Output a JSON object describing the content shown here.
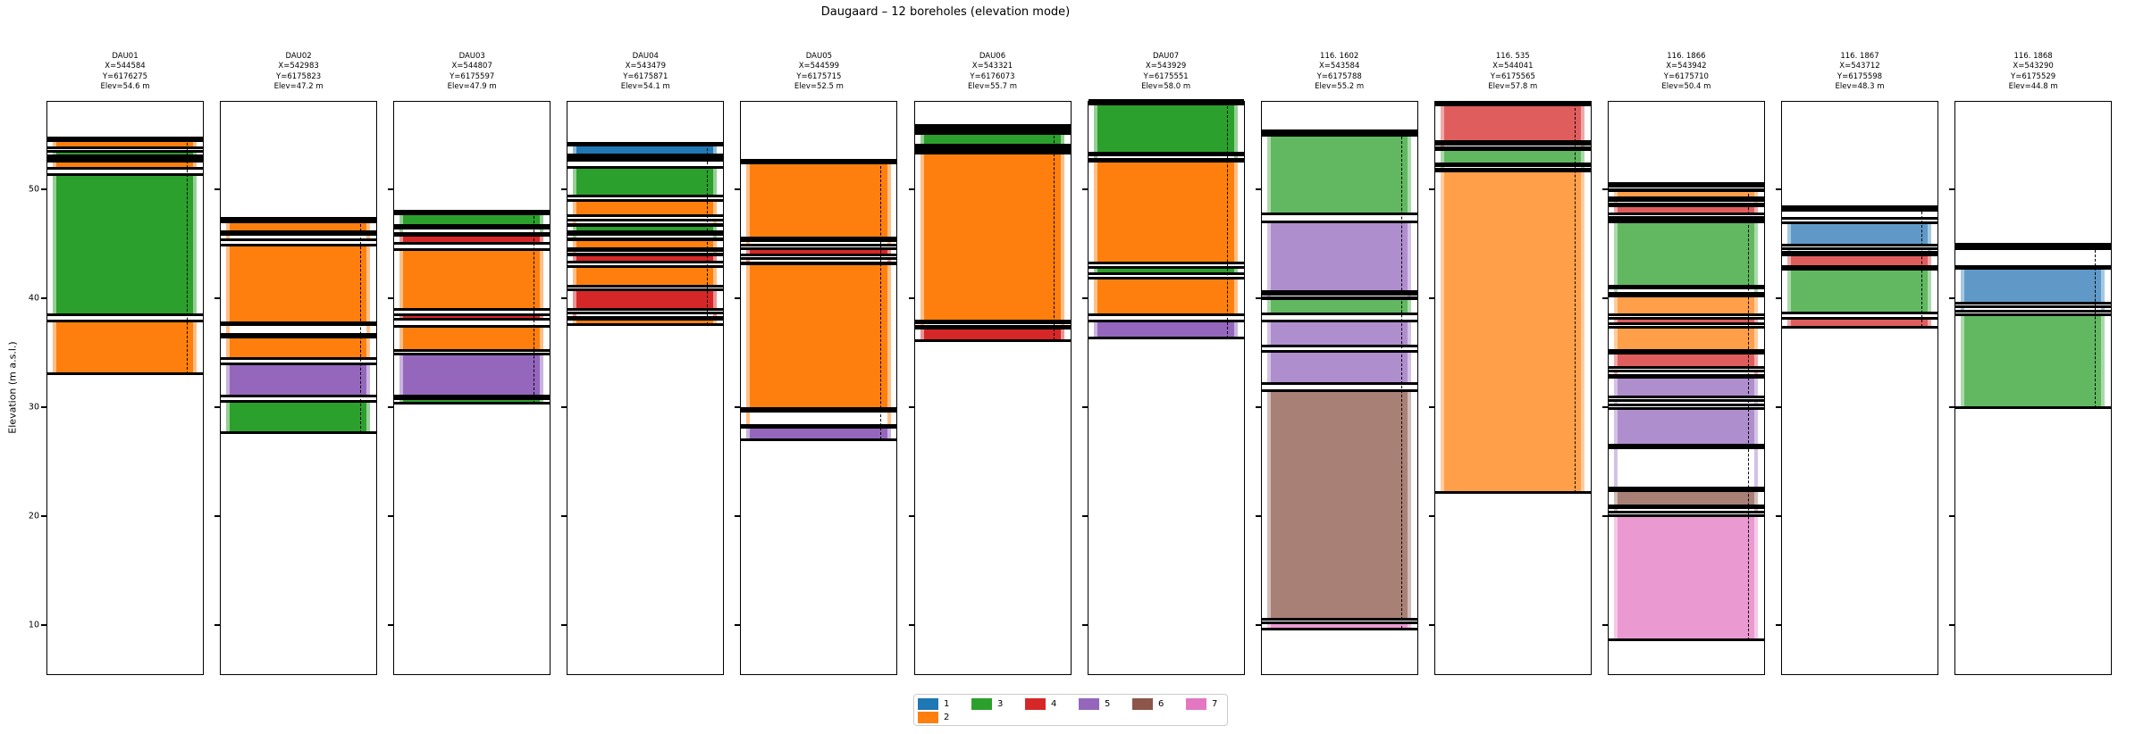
{
  "title": "Daugaard – 12 boreholes (elevation mode)",
  "axis": {
    "ylabel": "Elevation (m a.s.l.)",
    "yticks": [
      "10",
      "20",
      "30",
      "40",
      "50"
    ],
    "ymin": 5.4,
    "ymax": 58.1
  },
  "legend": {
    "entries": [
      {
        "label": "1",
        "color": "#1f77b4",
        "row": 0,
        "col": 0
      },
      {
        "label": "2",
        "color": "#ff7f0e",
        "row": 1,
        "col": 0
      },
      {
        "label": "3",
        "color": "#2ca02c",
        "row": 0,
        "col": 1
      },
      {
        "label": "4",
        "color": "#d62728",
        "row": 0,
        "col": 2
      },
      {
        "label": "5",
        "color": "#9467bd",
        "row": 0,
        "col": 3
      },
      {
        "label": "6",
        "color": "#8c564b",
        "row": 0,
        "col": 4
      },
      {
        "label": "7",
        "color": "#e377c2",
        "row": 0,
        "col": 5
      }
    ]
  },
  "palette": {
    "1": {
      "main": "#1f77b4",
      "light": "#8fbbd9",
      "muted": "#6099c7",
      "mutedLight": "#a5c9e1"
    },
    "2": {
      "main": "#ff7f0e",
      "light": "#ffbf86",
      "muted": "#ff9f4a",
      "mutedLight": "#ffcc9f"
    },
    "3": {
      "main": "#2ca02c",
      "light": "#95cf95",
      "muted": "#61b861",
      "mutedLight": "#abd9ab"
    },
    "4": {
      "main": "#d62728",
      "light": "#ea9393",
      "muted": "#e05d5e",
      "mutedLight": "#efa9a9"
    },
    "5": {
      "main": "#9467bd",
      "light": "#c9b3de",
      "muted": "#af8ece",
      "mutedLight": "#d4c2e5"
    },
    "6": {
      "main": "#8c564b",
      "light": "#c5aaa5",
      "muted": "#a98076",
      "mutedLight": "#d1bcb7"
    },
    "7": {
      "main": "#e377c2",
      "light": "#f1bbe0",
      "muted": "#ea99d1",
      "mutedLight": "#f4c8e7"
    }
  },
  "chart_data": {
    "type": "bar",
    "subtype": "borehole-lithology-log",
    "title": "Daugaard – 12 boreholes (elevation mode)",
    "ylabel": "Elevation (m a.s.l.)",
    "ylim": [
      5.4,
      58.1
    ],
    "yticks": [
      10,
      20,
      30,
      40,
      50
    ],
    "legend_units": [
      "1",
      "2",
      "3",
      "4",
      "5",
      "6",
      "7"
    ],
    "layer_format": "[unit ('w'=gap/no-data), top_elevation_m, bottom_elevation_m]",
    "boreholes": [
      {
        "name": "DAU01",
        "x_label": "X=544584",
        "y_label": "Y=6176275",
        "elev_label": "Elev=54.6 m",
        "elev": 54.6,
        "muted": false,
        "layers": [
          [
            "2",
            54.4,
            53.8
          ],
          [
            "3",
            53.4,
            53.0
          ],
          [
            "w",
            52.8,
            52.6
          ],
          [
            "2",
            52.5,
            51.9
          ],
          [
            "3",
            51.3,
            38.4
          ],
          [
            "2",
            37.9,
            33.0
          ]
        ]
      },
      {
        "name": "DAU02",
        "x_label": "X=542983",
        "y_label": "Y=6175823",
        "elev_label": "Elev=47.2 m",
        "elev": 47.2,
        "muted": false,
        "layers": [
          [
            "2",
            47.0,
            46.1
          ],
          [
            "w",
            45.8,
            45.3
          ],
          [
            "2",
            44.8,
            37.7
          ],
          [
            "w",
            37.5,
            36.6
          ],
          [
            "2",
            36.4,
            34.4
          ],
          [
            "5",
            33.9,
            31.0
          ],
          [
            "3",
            30.5,
            27.6
          ]
        ]
      },
      {
        "name": "DAU03",
        "x_label": "X=544807",
        "y_label": "Y=6175597",
        "elev_label": "Elev=47.9 m",
        "elev": 47.9,
        "muted": false,
        "layers": [
          [
            "3",
            47.7,
            46.6
          ],
          [
            "w",
            46.4,
            45.9
          ],
          [
            "4",
            45.7,
            45.0
          ],
          [
            "2",
            44.4,
            38.9
          ],
          [
            "4",
            38.4,
            38.0
          ],
          [
            "2",
            37.4,
            35.2
          ],
          [
            "5",
            34.8,
            31.0
          ],
          [
            "3",
            30.7,
            30.3
          ]
        ]
      },
      {
        "name": "DAU04",
        "x_label": "X=543479",
        "y_label": "Y=6175871",
        "elev_label": "Elev=54.1 m",
        "elev": 54.1,
        "muted": false,
        "layers": [
          [
            "1",
            54.0,
            53.1
          ],
          [
            "w",
            52.9,
            52.6
          ],
          [
            "3",
            52.0,
            49.3
          ],
          [
            "2",
            48.9,
            47.5
          ],
          [
            "w",
            47.1,
            46.7
          ],
          [
            "3",
            46.6,
            46.1
          ],
          [
            "w",
            45.8,
            45.4
          ],
          [
            "2",
            45.3,
            44.5
          ],
          [
            "w",
            44.3,
            44.0
          ],
          [
            "4",
            43.9,
            43.3
          ],
          [
            "2",
            42.9,
            41.1
          ],
          [
            "4",
            40.7,
            38.9
          ],
          [
            "w",
            38.6,
            38.2
          ],
          [
            "2",
            38.0,
            37.5
          ]
        ]
      },
      {
        "name": "DAU05",
        "x_label": "X=544599",
        "y_label": "Y=6175715",
        "elev_label": "Elev=52.5 m",
        "elev": 52.5,
        "muted": false,
        "layers": [
          [
            "2",
            52.4,
            45.5
          ],
          [
            "w",
            45.2,
            44.8
          ],
          [
            "4",
            44.5,
            43.9
          ],
          [
            "w",
            43.6,
            43.2
          ],
          [
            "2",
            43.1,
            29.8
          ],
          [
            "w",
            29.6,
            28.3
          ],
          [
            "5",
            28.1,
            27.0
          ]
        ]
      },
      {
        "name": "DAU06",
        "x_label": "X=543321",
        "y_label": "Y=6176073",
        "elev_label": "Elev=55.7 m",
        "elev": 55.7,
        "muted": false,
        "layers": [
          [
            "w",
            55.5,
            55.3
          ],
          [
            "3",
            55.1,
            54.0
          ],
          [
            "w",
            53.8,
            53.5
          ],
          [
            "2",
            53.3,
            37.9
          ],
          [
            "w",
            37.7,
            37.4
          ],
          [
            "4",
            37.2,
            36.1
          ]
        ]
      },
      {
        "name": "DAU07",
        "x_label": "X=543929",
        "y_label": "Y=6175551",
        "elev_label": "Elev=58.0 m",
        "elev": 58.0,
        "muted": false,
        "layers": [
          [
            "3",
            57.8,
            53.3
          ],
          [
            "w",
            53.1,
            52.7
          ],
          [
            "2",
            52.5,
            43.2
          ],
          [
            "3",
            42.8,
            42.2
          ],
          [
            "2",
            41.8,
            38.4
          ],
          [
            "5",
            37.9,
            36.3
          ]
        ]
      },
      {
        "name": "116. 1602",
        "x_label": "X=543584",
        "y_label": "Y=6175788",
        "elev_label": "Elev=55.2 m",
        "elev": 55.2,
        "muted": true,
        "layers": [
          [
            "3",
            54.9,
            47.7
          ],
          [
            "5",
            47.0,
            40.6
          ],
          [
            "w",
            40.3,
            40.0
          ],
          [
            "3",
            39.9,
            38.5
          ],
          [
            "5",
            37.9,
            35.6
          ],
          [
            "5",
            35.1,
            32.1
          ],
          [
            "6",
            31.5,
            10.5
          ],
          [
            "7",
            10.2,
            9.6
          ]
        ]
      },
      {
        "name": "116. 535",
        "x_label": "X=544041",
        "y_label": "Y=6175565",
        "elev_label": "Elev=57.8 m",
        "elev": 57.8,
        "muted": true,
        "layers": [
          [
            "4",
            57.7,
            54.3
          ],
          [
            "w",
            54.1,
            53.8
          ],
          [
            "3",
            53.6,
            52.3
          ],
          [
            "w",
            52.1,
            51.8
          ],
          [
            "2",
            51.6,
            22.1
          ]
        ]
      },
      {
        "name": "116. 1866",
        "x_label": "X=543942",
        "y_label": "Y=6175710",
        "elev_label": "Elev=50.4 m",
        "elev": 50.4,
        "muted": true,
        "layers": [
          [
            "w",
            50.2,
            49.9
          ],
          [
            "2",
            49.8,
            49.2
          ],
          [
            "w",
            48.9,
            48.6
          ],
          [
            "4",
            48.4,
            47.7
          ],
          [
            "w",
            47.4,
            47.1
          ],
          [
            "3",
            47.0,
            41.1
          ],
          [
            "w",
            40.9,
            40.4
          ],
          [
            "2",
            40.2,
            38.4
          ],
          [
            "4",
            38.1,
            37.6
          ],
          [
            "2",
            37.3,
            35.2
          ],
          [
            "4",
            34.9,
            33.6
          ],
          [
            "w",
            33.3,
            32.9
          ],
          [
            "5",
            32.7,
            30.9
          ],
          [
            "w",
            30.6,
            30.2
          ],
          [
            "5",
            29.8,
            26.5
          ],
          [
            "w",
            26.2,
            22.5
          ],
          [
            "6",
            22.3,
            20.9
          ],
          [
            "w",
            20.7,
            20.3
          ],
          [
            "7",
            20.0,
            8.6
          ]
        ]
      },
      {
        "name": "116. 1867",
        "x_label": "X=543712",
        "y_label": "Y=6175598",
        "elev_label": "Elev=48.3 m",
        "elev": 48.3,
        "muted": true,
        "layers": [
          [
            "w",
            48.0,
            47.3
          ],
          [
            "1",
            46.9,
            44.8
          ],
          [
            "w",
            44.5,
            44.2
          ],
          [
            "4",
            43.9,
            42.9
          ],
          [
            "3",
            42.6,
            38.6
          ],
          [
            "4",
            38.1,
            37.3
          ]
        ]
      },
      {
        "name": "116. 1868",
        "x_label": "X=543290",
        "y_label": "Y=6175529",
        "elev_label": "Elev=44.8 m",
        "elev": 44.8,
        "muted": true,
        "layers": [
          [
            "w",
            44.5,
            42.9
          ],
          [
            "1",
            42.7,
            39.5
          ],
          [
            "w",
            39.2,
            38.8
          ],
          [
            "3",
            38.4,
            29.9
          ]
        ]
      }
    ]
  }
}
